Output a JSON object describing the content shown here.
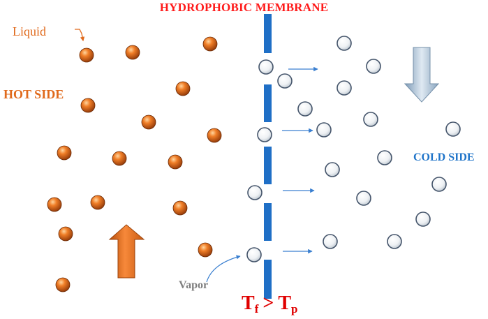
{
  "labels": {
    "membrane": "HYDROPHOBIC MEMBRANE",
    "liquid": "Liquid",
    "hot_side": "HOT SIDE",
    "cold_side": "COLD SIDE",
    "vapor": "Vapor",
    "inequality": {
      "left": "T",
      "left_sub": "f",
      "op": ">",
      "right": "T",
      "right_sub": "p"
    }
  },
  "colors": {
    "liquid_particle": "#e0691b",
    "vapor_particle": "#ffffff",
    "membrane": "#1f6fc6",
    "hot_arrow": "#e8701f",
    "cold_arrow": "#9db7cf",
    "title": "#ff1a1a",
    "hot_label": "#e0691b",
    "cold_label": "#1f74c9",
    "vapor_label": "#7f7f7f",
    "inequality": "#e00000"
  },
  "icons": {
    "hot_arrow": "up-arrow-icon",
    "cold_arrow": "down-arrow-icon",
    "liquid_particle": "orange-sphere-icon",
    "vapor_particle": "white-sphere-icon"
  }
}
